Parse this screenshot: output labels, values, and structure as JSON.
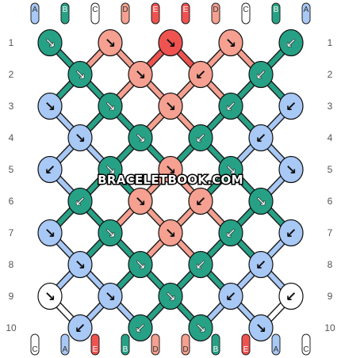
{
  "colors": {
    "A": "#a8c8f5",
    "B": "#27a185",
    "C": "#ffffff",
    "D": "#f5a090",
    "E": "#ef5350"
  },
  "top_strands": [
    "A",
    "B",
    "C",
    "D",
    "E",
    "E",
    "D",
    "C",
    "B",
    "A"
  ],
  "bottom_strands": [
    "C",
    "A",
    "E",
    "B",
    "D",
    "D",
    "B",
    "E",
    "A",
    "C"
  ],
  "row_labels": [
    "1",
    "2",
    "3",
    "4",
    "5",
    "6",
    "7",
    "8",
    "9",
    "10"
  ],
  "knots": [
    [
      [
        "B",
        "↘"
      ],
      [
        "D",
        "↘"
      ],
      [
        "E",
        "↘"
      ],
      [
        "D",
        "↘"
      ],
      [
        "B",
        "↙"
      ]
    ],
    [
      [
        "B",
        "↘"
      ],
      [
        "D",
        "↘"
      ],
      [
        "D",
        "↙"
      ],
      [
        "B",
        "↙"
      ]
    ],
    [
      [
        "A",
        "↘"
      ],
      [
        "B",
        "↘"
      ],
      [
        "D",
        "↘"
      ],
      [
        "B",
        "↙"
      ],
      [
        "A",
        "↙"
      ]
    ],
    [
      [
        "A",
        "↘"
      ],
      [
        "B",
        "↘"
      ],
      [
        "B",
        "↙"
      ],
      [
        "A",
        "↙"
      ]
    ],
    [
      [
        "A",
        "↙"
      ],
      [
        "B",
        "↘"
      ],
      [
        "D",
        "↘"
      ],
      [
        "B",
        "↘"
      ],
      [
        "A",
        "↘"
      ]
    ],
    [
      [
        "B",
        "↙"
      ],
      [
        "D",
        "↘"
      ],
      [
        "D",
        "↙"
      ],
      [
        "B",
        "↘"
      ]
    ],
    [
      [
        "A",
        "↘"
      ],
      [
        "B",
        "↘"
      ],
      [
        "D",
        "↘"
      ],
      [
        "B",
        "↙"
      ],
      [
        "A",
        "↙"
      ]
    ],
    [
      [
        "A",
        "↘"
      ],
      [
        "B",
        "↘"
      ],
      [
        "B",
        "↙"
      ],
      [
        "A",
        "↙"
      ]
    ],
    [
      [
        "C",
        "↘"
      ],
      [
        "A",
        "↘"
      ],
      [
        "B",
        "↘"
      ],
      [
        "A",
        "↙"
      ],
      [
        "C",
        "↙"
      ]
    ],
    [
      [
        "A",
        "↙"
      ],
      [
        "B",
        "↙"
      ],
      [
        "B",
        "↘"
      ],
      [
        "A",
        "↘"
      ]
    ]
  ],
  "watermark": "BRACELETBOOK.COM"
}
